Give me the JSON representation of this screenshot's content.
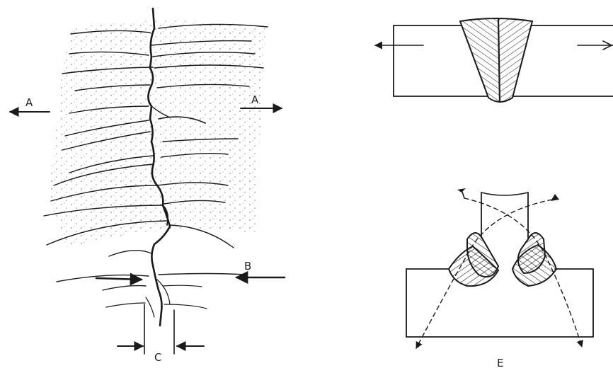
{
  "labels": {
    "a_left": "A",
    "a_right": "A",
    "b": "B",
    "c": "C",
    "e": "E"
  }
}
